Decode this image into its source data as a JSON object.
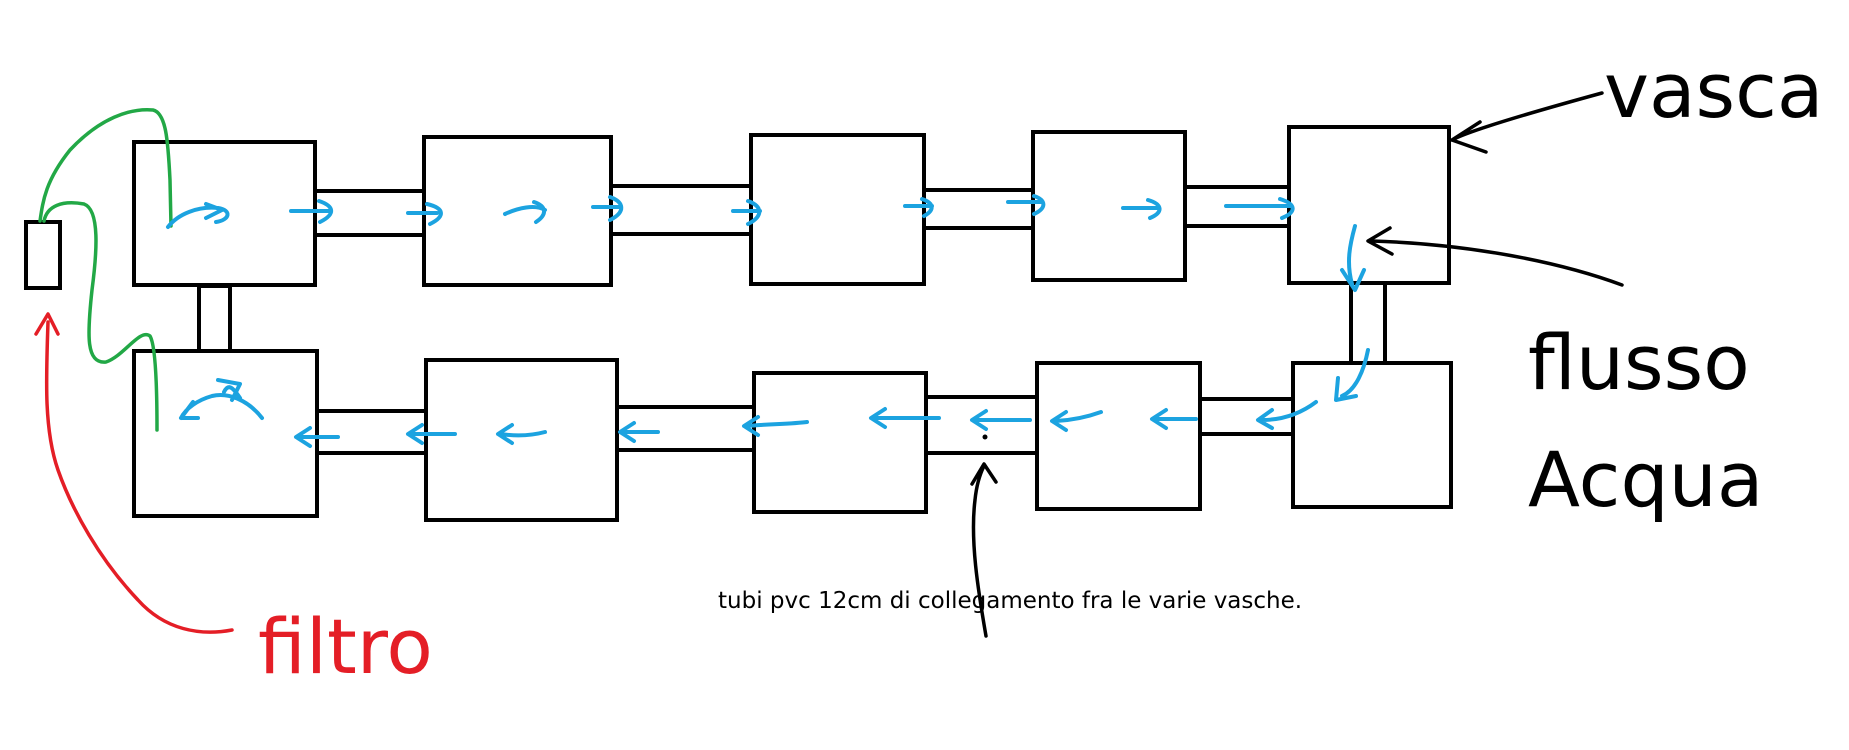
{
  "labels": {
    "vasca": "vasca",
    "flusso": "flusso",
    "acqua": "Acqua",
    "filtro": "filtro",
    "tubi": "tubi pvc 12cm di collegamento fra le varie vasche."
  },
  "colors": {
    "water_flow": "#1ca3e0",
    "filter_label": "#e41e26",
    "hose": "#22a846",
    "outline": "#000000"
  }
}
